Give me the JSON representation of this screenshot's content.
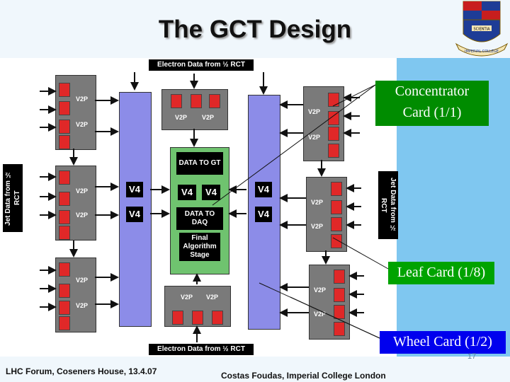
{
  "slide": {
    "title": "The GCT Design",
    "page_number": "17",
    "footer_left": "LHC Forum, Coseners House, 13.4.07",
    "footer_right": "Costas Foudas, Imperial College London"
  },
  "crest": {
    "motto": "SCIENTIA",
    "lettering": "IMPERIAL COLLEGE"
  },
  "diagram": {
    "top_label": "Electron Data from ½ RCT",
    "bottom_label": "Electron Data from ½ RCT",
    "left_label": "Jet Data from ½ RCT",
    "right_label": "Jet Data from ½ RCT",
    "v2p": "V2P",
    "v4": "V4",
    "data_to_gt": "DATA TO GT",
    "data_to_daq": "DATA TO DAQ",
    "final_algorithm": "Final Algorithm Stage"
  },
  "callouts": {
    "concentrator": {
      "line1": "Concentrator",
      "line2": "Card (1/1)",
      "color": "#008c00"
    },
    "leaf": {
      "text": "Leaf Card (1/8)",
      "color": "#00a300"
    },
    "wheel": {
      "text": "Wheel Card (1/2)",
      "color": "#0000ee"
    }
  }
}
